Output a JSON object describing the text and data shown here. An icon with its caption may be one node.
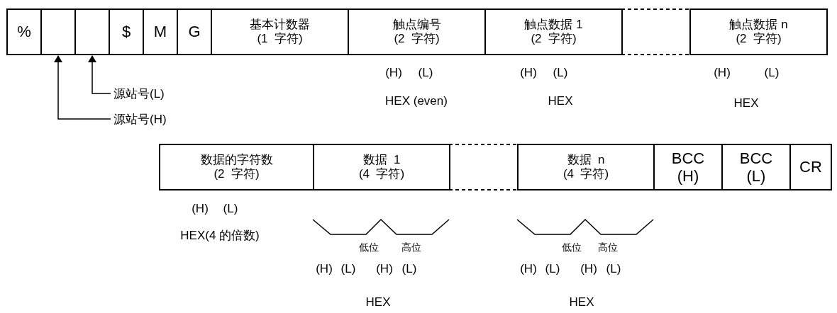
{
  "diagram": {
    "nodes": [
      {
        "text": [
          "%"
        ]
      },
      {
        "text": [],
        "shape": "box"
      },
      {
        "text": [],
        "shape": "box"
      },
      {
        "text": [
          "$"
        ]
      },
      {
        "text": [
          "M"
        ]
      },
      {
        "text": [
          "G"
        ]
      },
      {
        "text": [
          "基本计数器",
          "(1  字符)"
        ]
      },
      {
        "text": [
          "触点编号",
          "(2  字符)"
        ]
      },
      {
        "text": [
          "触点数据 1",
          "(2  字符)"
        ]
      },
      {
        "text": [
          "触点数据 n",
          "(2  字符)"
        ]
      },
      {
        "text": [
          "源站号(L)"
        ]
      },
      {
        "text": [
          "源站号(H)"
        ]
      },
      {
        "text": [
          "数据的字符数",
          "(2  字符)"
        ]
      },
      {
        "text": [
          "数据  1",
          "(4  字符)"
        ]
      },
      {
        "text": [
          "数据  n",
          "(4  字符)"
        ]
      },
      {
        "text": [
          "BCC",
          "(H)"
        ]
      },
      {
        "text": [
          "BCC",
          "(L)"
        ]
      },
      {
        "text": [
          "CR"
        ]
      }
    ],
    "edges": [
      {
        "from": 10,
        "to": 2,
        "arrow": "to"
      },
      {
        "from": 11,
        "to": 1,
        "arrow": "to"
      }
    ],
    "labels": [
      "(H)",
      "(L)",
      "(H)",
      "(L)",
      "(H)",
      "(L)",
      "HEX (even)",
      "HEX",
      "HEX",
      "(H)",
      "(L)",
      "HEX(4 的倍数)",
      "低位",
      "高位",
      "低位",
      "高位",
      "(H)",
      "(L)",
      "(H)",
      "(L)",
      "(H)",
      "(L)",
      "(H)",
      "(L)",
      "HEX",
      "HEX"
    ]
  }
}
